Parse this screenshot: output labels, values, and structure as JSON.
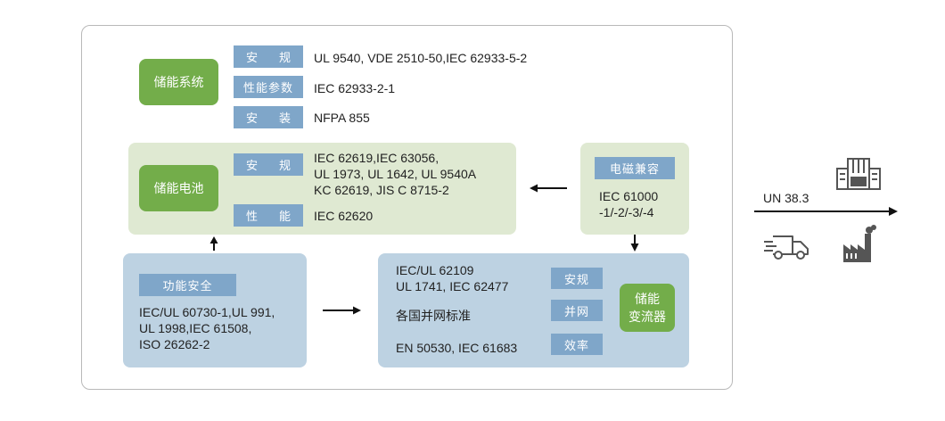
{
  "system": {
    "label": "储能系统",
    "rows": [
      {
        "tag": [
          "安",
          "规"
        ],
        "text": "UL 9540, VDE 2510-50,IEC 62933-5-2"
      },
      {
        "tag": [
          "性能参数"
        ],
        "text": "IEC 62933-2-1"
      },
      {
        "tag": [
          "安",
          "装"
        ],
        "text": "NFPA 855"
      }
    ]
  },
  "battery": {
    "label": "储能电池",
    "safety_tag": [
      "安",
      "规"
    ],
    "safety_text": "IEC 62619,IEC 63056,\nUL 1973, UL 1642, UL 9540A\nKC 62619, JIS C 8715-2",
    "perf_tag": [
      "性",
      "能"
    ],
    "perf_text": "IEC 62620"
  },
  "emc": {
    "tag": "电磁兼容",
    "text": "IEC 61000\n-1/-2/-3/-4"
  },
  "functional_safety": {
    "tag": "功能安全",
    "text": "IEC/UL 60730-1,UL 991,\nUL 1998,IEC 61508,\nISO 26262-2"
  },
  "converter": {
    "label": "储能\n变流器",
    "lines": [
      {
        "text": "IEC/UL 62109\nUL 1741, IEC 62477",
        "tag": "安规"
      },
      {
        "text": "各国并网标准",
        "tag": "并网"
      },
      {
        "text": "EN 50530, IEC 61683",
        "tag": "效率"
      }
    ]
  },
  "transport": {
    "label": "UN 38.3"
  },
  "icons": [
    "building-icon",
    "delivery-truck-icon",
    "factory-icon"
  ]
}
